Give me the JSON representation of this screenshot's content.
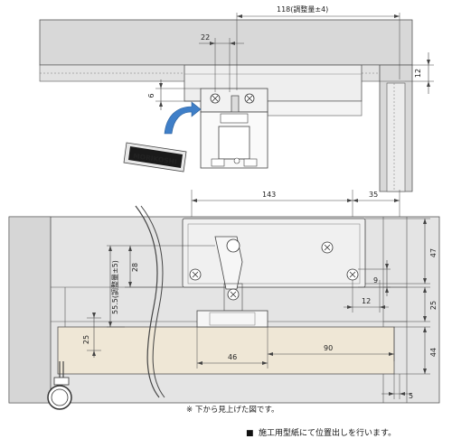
{
  "top_view": {
    "dim_118": "118(調整量±4)",
    "dim_22": "22",
    "dim_12": "12",
    "dim_6": "6",
    "logo_text": "MORIKOSHI"
  },
  "bottom_view": {
    "dim_143": "143",
    "dim_35": "35",
    "dim_47": "47",
    "dim_28": "28",
    "dim_555": "55.5(調整量±5)",
    "dim_9": "9",
    "dim_12": "12",
    "dim_25_right": "25",
    "dim_25_left": "25",
    "dim_44": "44",
    "dim_90": "90",
    "dim_46": "46",
    "dim_5": "5"
  },
  "notes": {
    "view_note": "※ 下から見上げた図です。",
    "bullet": "■",
    "template_note": "施工用型紙にて位置出しを行います。"
  }
}
